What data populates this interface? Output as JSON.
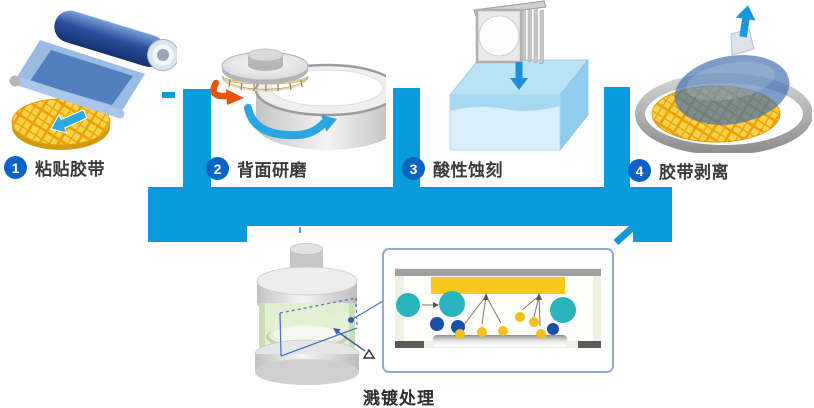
{
  "diagram": {
    "title_hint": "wafer back-process flow"
  },
  "colors": {
    "flow_band": "#0a9bdc",
    "badge_blue": "#0b63c4",
    "arrow_blue": "#2aa7e2",
    "arrow_orange": "#e8530e",
    "wafer_yellow": "#f7cb3a",
    "tape_blue": "#4e7cbd",
    "tank_blue": "#b9e2f7",
    "target_yellow": "#f6c81c",
    "plasma_teal": "#29b3bd",
    "ion_blue": "#1a4fa8"
  },
  "steps": [
    {
      "number": "1",
      "label": "粘贴胶带",
      "icon": "tape-lamination-illustration"
    },
    {
      "number": "2",
      "label": "背面研磨",
      "icon": "back-grinding-illustration"
    },
    {
      "number": "3",
      "label": "酸性蚀刻",
      "icon": "acid-etching-illustration"
    },
    {
      "number": "4",
      "label": "胶带剥离",
      "icon": "tape-peeling-illustration"
    }
  ],
  "final_step": {
    "label": "溅镀处理",
    "icon": "sputtering-illustration"
  }
}
